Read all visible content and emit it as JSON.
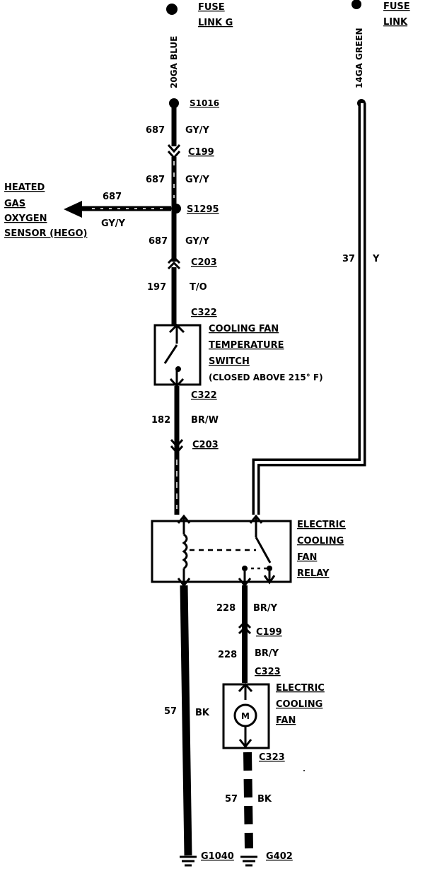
{
  "fuse_left": {
    "line1": "FUSE",
    "line2": "LINK G",
    "wire_label": "20GA BLUE"
  },
  "fuse_right": {
    "line1": "FUSE",
    "line2": "LINK",
    "wire_label": "14GA GREEN"
  },
  "splices": {
    "s1016": "S1016",
    "s1295": "S1295"
  },
  "wires": {
    "w687_a_num": "687",
    "w687_a_color": "GY/Y",
    "w687_b_num": "687",
    "w687_b_color": "GY/Y",
    "w687_c_num": "687",
    "w687_c_color": "GY/Y",
    "w687_d_num": "687",
    "w687_d_color": "GY/Y",
    "w197_num": "197",
    "w197_color": "T/O",
    "w182_num": "182",
    "w182_color": "BR/W",
    "w37_num": "37",
    "w37_color": "Y",
    "w228_a_num": "228",
    "w228_a_color": "BR/Y",
    "w228_b_num": "228",
    "w228_b_color": "BR/Y",
    "w57_a_num": "57",
    "w57_a_color": "BK",
    "w57_b_num": "57",
    "w57_b_color": "BK"
  },
  "connectors": {
    "c199_top": "C199",
    "c203_top": "C203",
    "c322_top": "C322",
    "c322_bottom": "C322",
    "c203_bottom": "C203",
    "c199_bottom": "C199",
    "c323_top": "C323",
    "c323_bottom": "C323"
  },
  "hego": {
    "line1": "HEATED",
    "line2": "GAS",
    "line3": "OXYGEN",
    "line4": "SENSOR (HEGO)"
  },
  "temp_switch": {
    "line1": "COOLING FAN",
    "line2": "TEMPERATURE",
    "line3": "SWITCH",
    "line4": "(CLOSED ABOVE 215° F)"
  },
  "relay": {
    "line1": "ELECTRIC",
    "line2": "COOLING",
    "line3": "FAN",
    "line4": "RELAY"
  },
  "fan": {
    "line1": "ELECTRIC",
    "line2": "COOLING",
    "line3": "FAN",
    "motor": "M"
  },
  "grounds": {
    "g1040": "G1040",
    "g402": "G402"
  }
}
